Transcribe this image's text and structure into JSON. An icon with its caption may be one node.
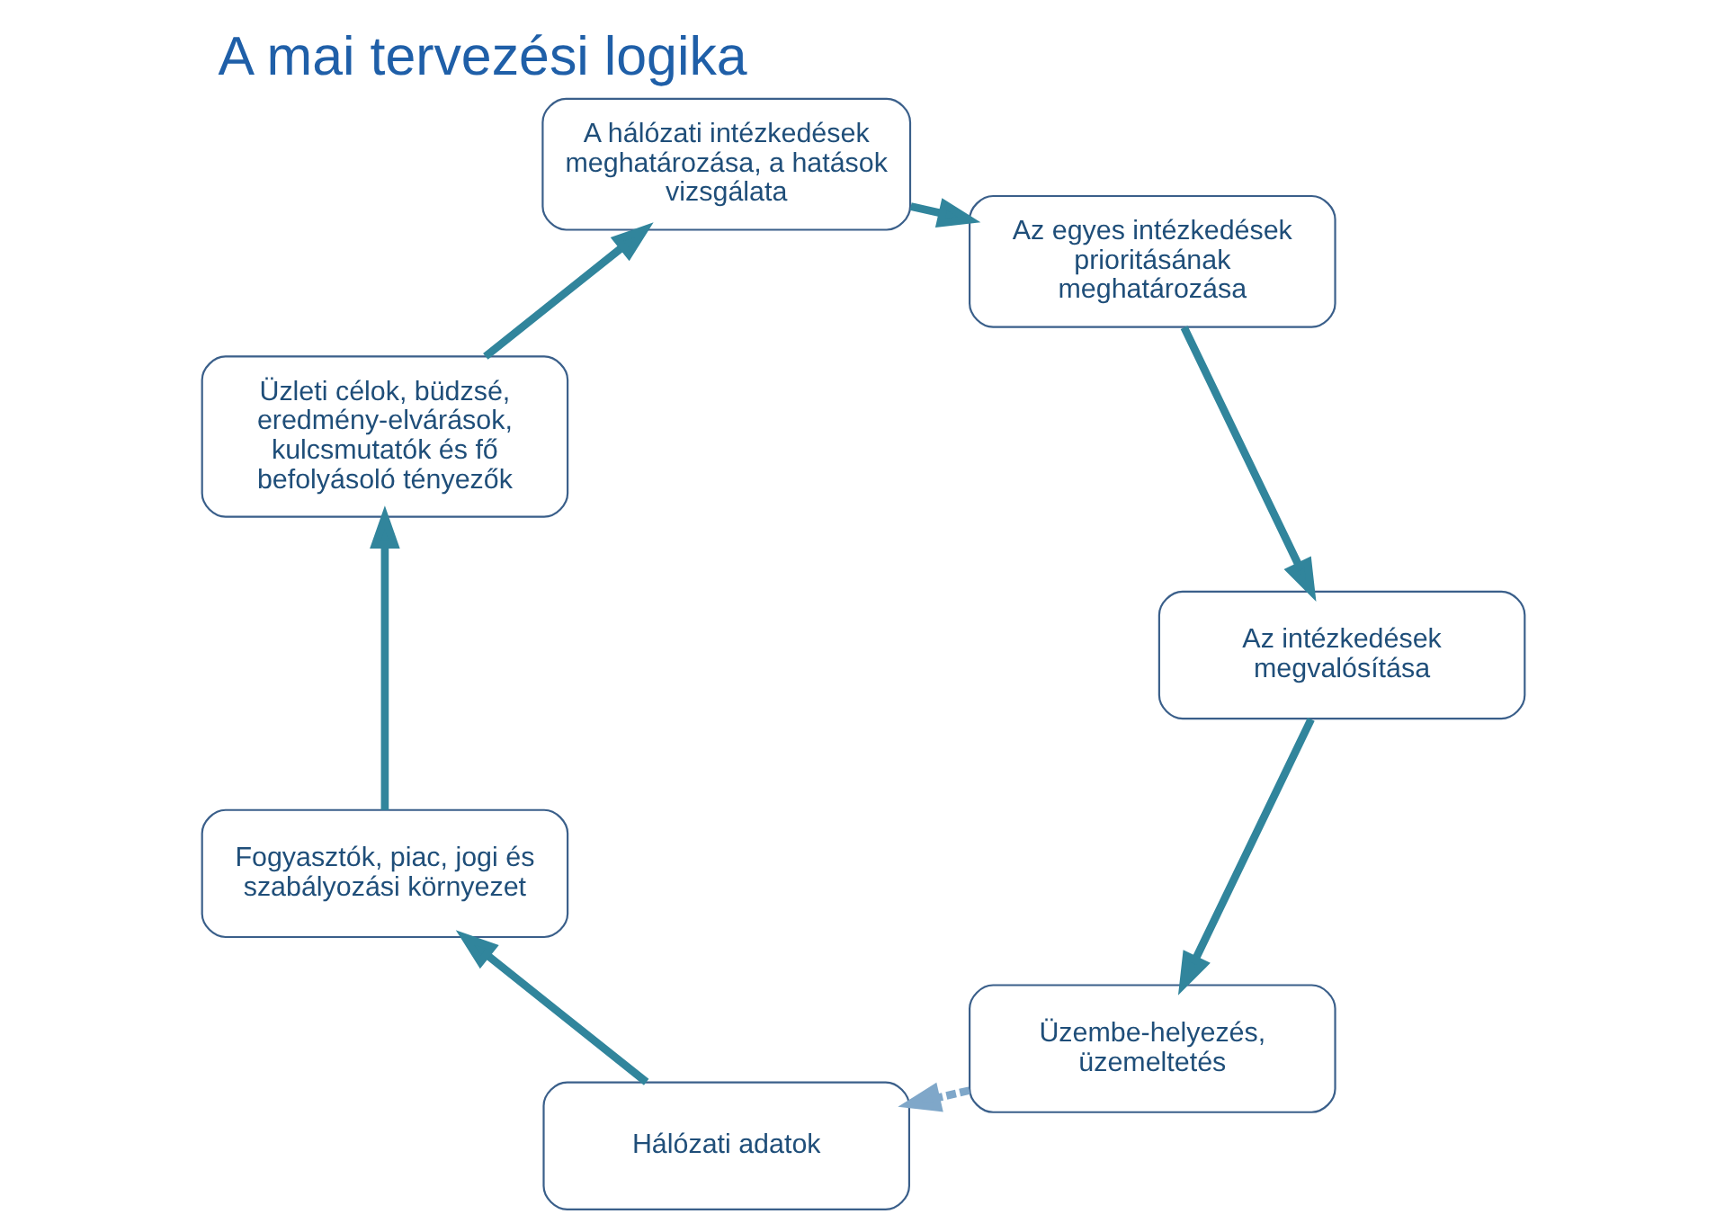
{
  "diagram": {
    "title": "A mai tervezési logika",
    "nodes": [
      {
        "text": [
          "Üzembe-helyezés, üzemeltetés"
        ]
      },
      {
        "text": [
          "Hálózati adatok"
        ]
      },
      {
        "text": [
          "Az intézkedések megvalósítása"
        ]
      },
      {
        "text": [
          "Fogyasztók, piac, jogi és szabályozási környezet"
        ]
      },
      {
        "text": [
          "Az egyes intézkedések prioritásának meghatározása"
        ]
      },
      {
        "text": [
          "Üzleti célok, büdzsé, eredmény-elvárások, kulcsmutatók és fő befolyásoló tényezők"
        ]
      },
      {
        "text": [
          "A hálózati intézkedések meghatározása, a hatások vizsgálata"
        ]
      }
    ],
    "edges": [
      {
        "from": 0,
        "to": 1,
        "arrow": "to",
        "style": "dashed"
      },
      {
        "from": 1,
        "to": 3,
        "arrow": "to"
      },
      {
        "from": 3,
        "to": 5,
        "arrow": "to"
      },
      {
        "from": 5,
        "to": 6,
        "arrow": "to"
      },
      {
        "from": 6,
        "to": 4,
        "arrow": "to"
      },
      {
        "from": 4,
        "to": 2,
        "arrow": "to"
      },
      {
        "from": 2,
        "to": 0,
        "arrow": "to"
      }
    ]
  }
}
